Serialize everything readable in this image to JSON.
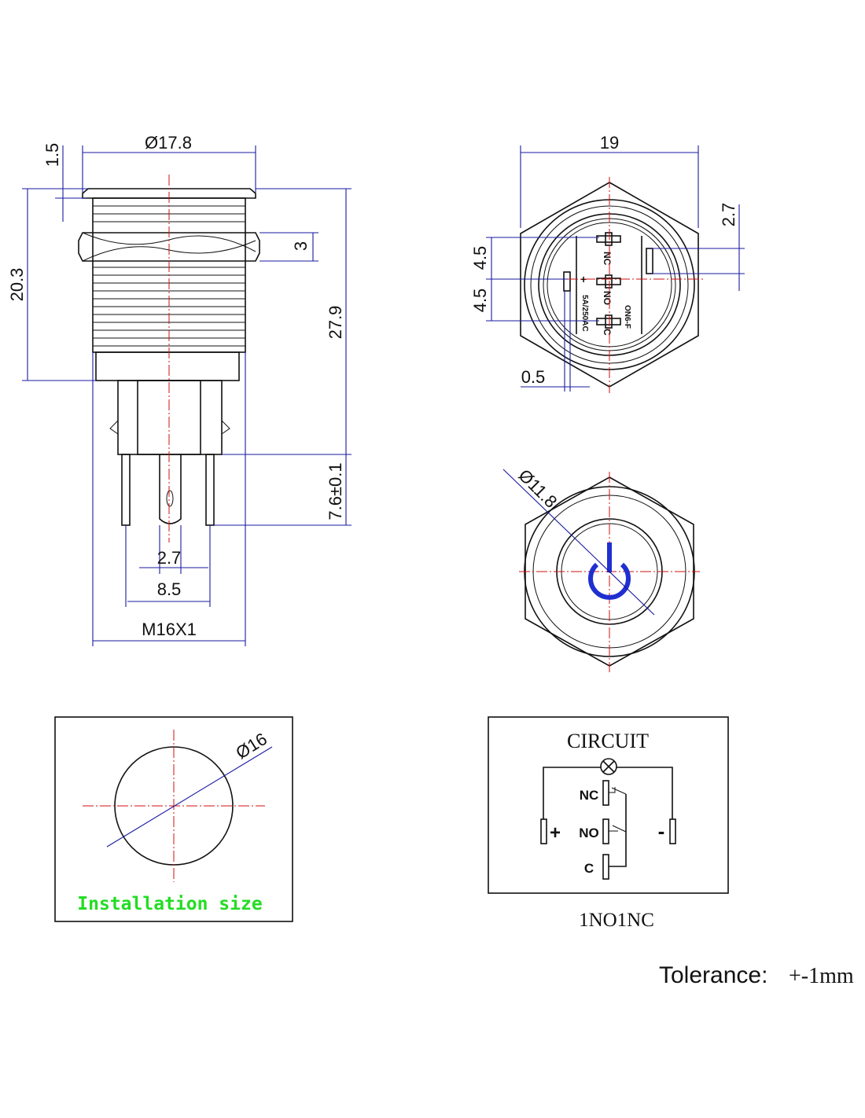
{
  "side_view": {
    "dim_cap_diameter": "Ø17.8",
    "dim_cap_height": "1.5",
    "dim_body_height": "20.3",
    "dim_nut_thickness": "3",
    "dim_total_height": "27.9",
    "dim_pin_length": "7.6±0.1",
    "dim_pin_width": "2.7",
    "dim_pin_spacing": "8.5",
    "dim_thread": "M16X1"
  },
  "back_view": {
    "dim_hex_width": "19",
    "dim_offset": "2.7",
    "dim_pitch_top": "4.5",
    "dim_pitch_bottom": "4.5",
    "dim_pin_thickness": "0.5",
    "pin_labels": [
      "NC",
      "NO",
      "C",
      "+",
      "5A/250AC",
      "ON6-F"
    ]
  },
  "front_view": {
    "dim_button_diameter": "Ø11.8",
    "icon": "power-icon",
    "icon_color": "#1f2fd0"
  },
  "installation": {
    "dim_hole": "Ø16",
    "label": "Installation size",
    "label_color": "#22dd22"
  },
  "circuit": {
    "title": "CIRCUIT",
    "labels": {
      "nc": "NC",
      "no": "NO",
      "c": "C",
      "plus": "+",
      "minus": "-"
    },
    "type": "1NO1NC"
  },
  "tolerance": {
    "label": "Tolerance:",
    "value": "+-1mm"
  }
}
